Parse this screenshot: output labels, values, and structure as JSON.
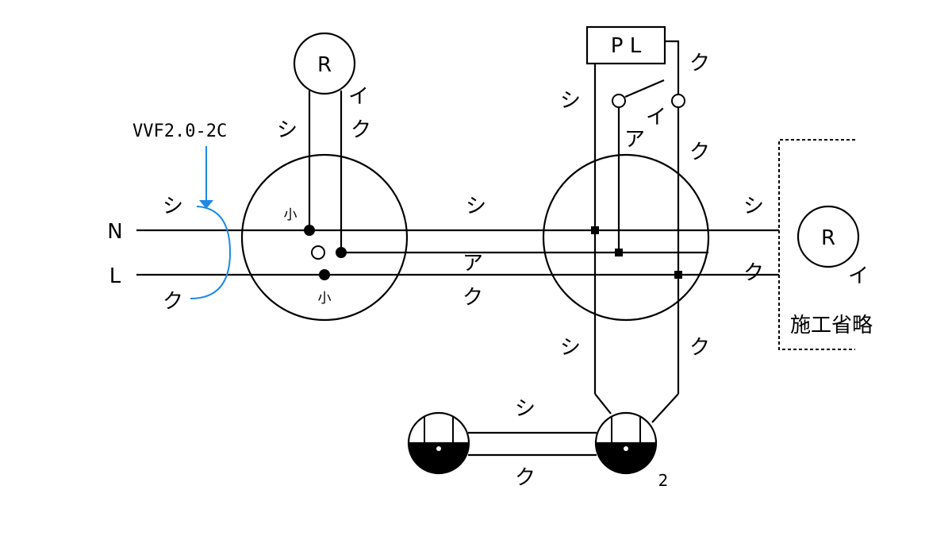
{
  "terminals": {
    "n": "N",
    "l": "L"
  },
  "cable_annotation": {
    "text": "VVF2.0-2C",
    "color": "#1e88e5"
  },
  "wire_colors": {
    "white": "シ",
    "black": "ク",
    "red": "ア",
    "first": "イ"
  },
  "box_mark": "小",
  "lamp": {
    "symbol": "R"
  },
  "pilot_lamp": {
    "text": "P L"
  },
  "omitted": {
    "text": "施工省略"
  },
  "receptacle_number": "2"
}
